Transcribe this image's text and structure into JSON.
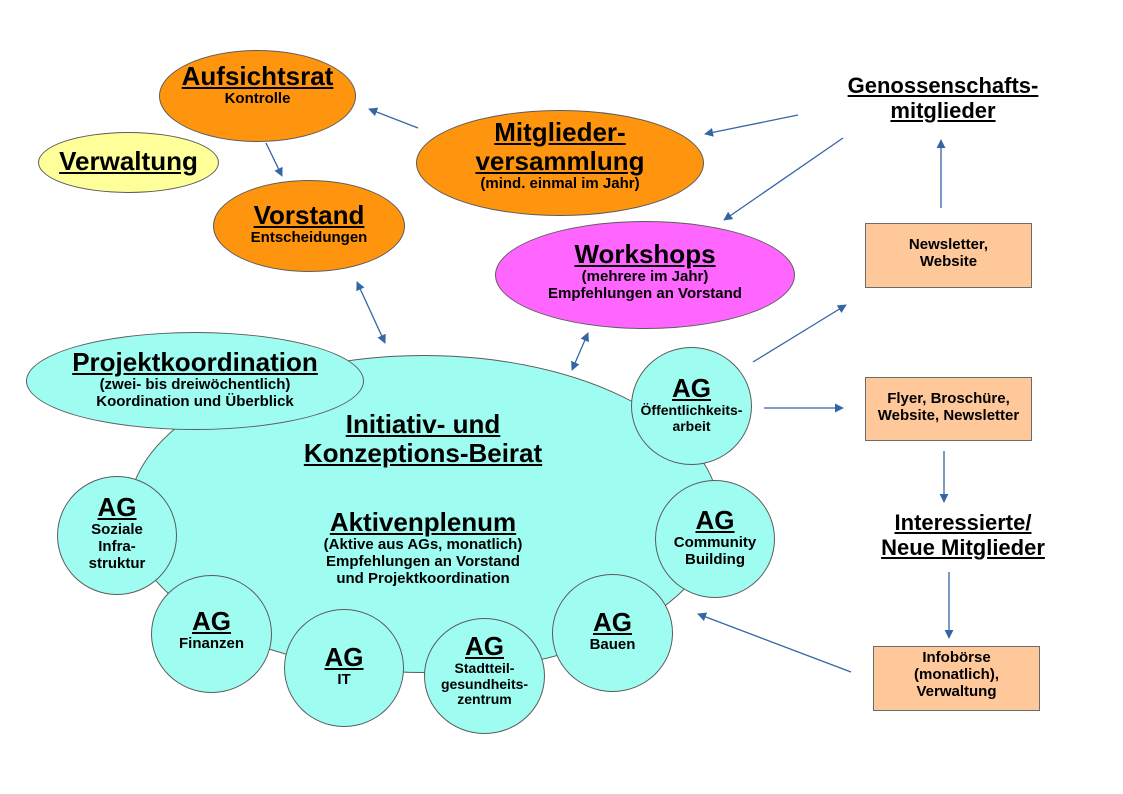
{
  "colors": {
    "orange": "#ff950e",
    "cyan": "#9ffcf0",
    "yellow": "#ffff99",
    "magenta": "#ff66ff",
    "peach": "#ffc89b",
    "arrow": "#3465a4"
  },
  "aufsichtsrat": {
    "title": "Aufsichtsrat",
    "sub": "Kontrolle"
  },
  "verwaltung": {
    "title": "Verwaltung"
  },
  "vorstand": {
    "title": "Vorstand",
    "sub": "Entscheidungen"
  },
  "mitgliederversammlung": {
    "title_1": "Mitglieder-",
    "title_2": "versammlung",
    "sub": "(mind. einmal im Jahr)"
  },
  "workshops": {
    "title": "Workshops",
    "sub_1": "(mehrere im Jahr)",
    "sub_2": "Empfehlungen an Vorstand"
  },
  "genossenschaft": {
    "line_1": "Genossenschafts-",
    "line_2": "mitglieder"
  },
  "newsletter_box": {
    "line_1": "Newsletter,",
    "line_2": "Website"
  },
  "flyer_box": {
    "line_1": "Flyer, Broschüre,",
    "line_2": "Website, Newsletter"
  },
  "interessierte": {
    "line_1": "Interessierte/",
    "line_2": "Neue Mitglieder"
  },
  "infoboerse_box": {
    "line_1": "Infobörse",
    "line_2": "(monatlich),",
    "line_3": "Verwaltung"
  },
  "projektkoordination": {
    "title": "Projektkoordination",
    "sub_1": "(zwei- bis dreiwöchentlich)",
    "sub_2": "Koordination und Überblick"
  },
  "beirat": {
    "line_1": "Initiativ- und",
    "line_2": "Konzeptions-Beirat"
  },
  "aktivenplenum": {
    "title": "Aktivenplenum",
    "sub_1": "(Aktive aus AGs, monatlich)",
    "sub_2": "Empfehlungen an Vorstand",
    "sub_3": "und Projektkoordination"
  },
  "ag_label": "AG",
  "ag_oeffentlichkeit": {
    "line_1": "Öffentlichkeits-",
    "line_2": "arbeit"
  },
  "ag_community": {
    "line_1": "Community",
    "line_2": "Building"
  },
  "ag_bauen": {
    "line_1": "Bauen"
  },
  "ag_stadtteil": {
    "line_1": "Stadtteil-",
    "line_2": "gesundheits-",
    "line_3": "zentrum"
  },
  "ag_it": {
    "line_1": "IT"
  },
  "ag_finanzen": {
    "line_1": "Finanzen"
  },
  "ag_soziale": {
    "line_1": "Soziale",
    "line_2": "Infra-",
    "line_3": "struktur"
  }
}
